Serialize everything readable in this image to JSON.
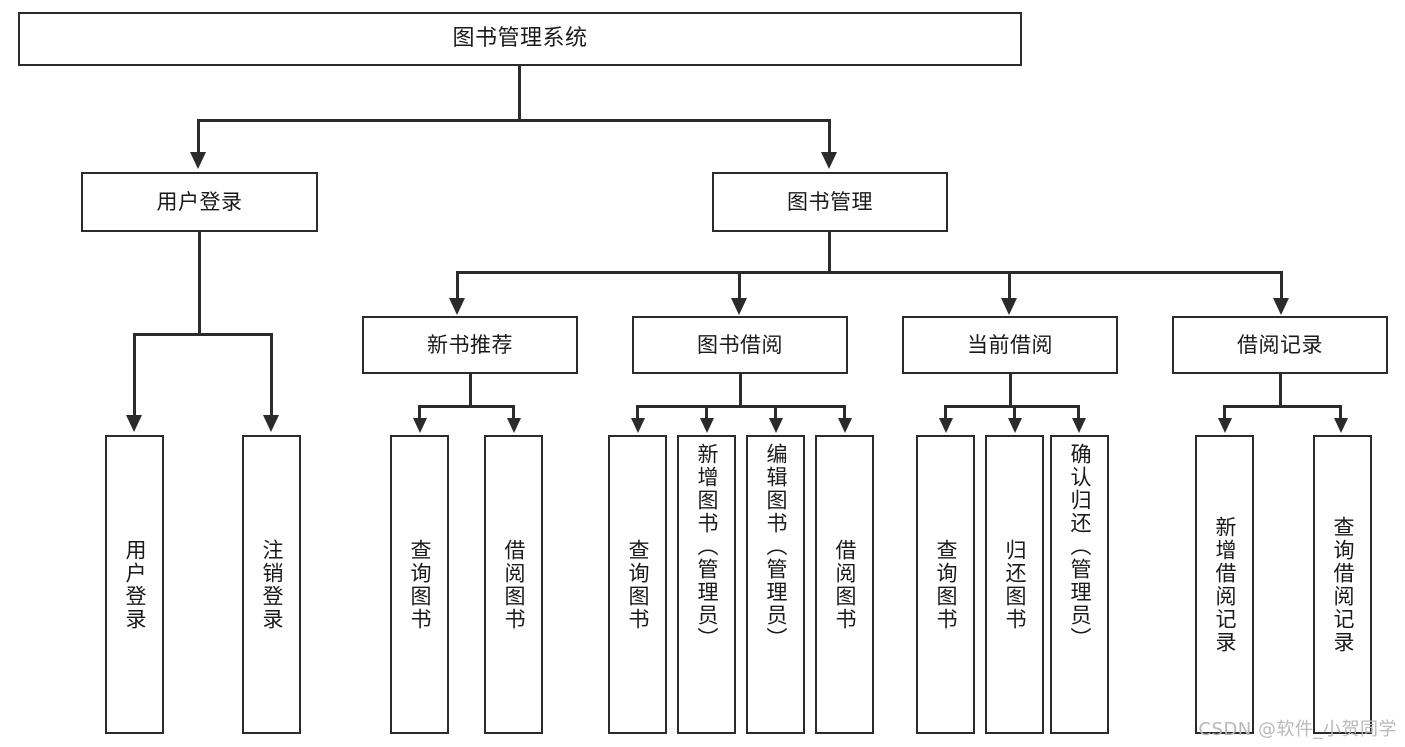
{
  "diagram": {
    "type": "tree-hierarchy",
    "title": "图书管理系统",
    "root": {
      "label": "图书管理系统"
    },
    "level2": [
      {
        "id": "user-login",
        "label": "用户登录"
      },
      {
        "id": "book-management",
        "label": "图书管理"
      }
    ],
    "level3": [
      {
        "id": "new-book-recommend",
        "label": "新书推荐",
        "parent": "book-management"
      },
      {
        "id": "book-borrow",
        "label": "图书借阅",
        "parent": "book-management"
      },
      {
        "id": "current-borrow",
        "label": "当前借阅",
        "parent": "book-management"
      },
      {
        "id": "borrow-record",
        "label": "借阅记录",
        "parent": "book-management"
      }
    ],
    "leaves": [
      {
        "id": "leaf-user-login",
        "label": "用户登录",
        "parent": "user-login"
      },
      {
        "id": "leaf-logout-login",
        "label": "注销登录",
        "parent": "user-login"
      },
      {
        "id": "leaf-query-book-1",
        "label": "查询图书",
        "parent": "new-book-recommend"
      },
      {
        "id": "leaf-borrow-book-1",
        "label": "借阅图书",
        "parent": "new-book-recommend"
      },
      {
        "id": "leaf-query-book-2",
        "label": "查询图书",
        "parent": "book-borrow"
      },
      {
        "id": "leaf-add-book",
        "label": "新增图书（管理员）",
        "parent": "book-borrow"
      },
      {
        "id": "leaf-edit-book",
        "label": "编辑图书（管理员）",
        "parent": "book-borrow"
      },
      {
        "id": "leaf-borrow-book-2",
        "label": "借阅图书",
        "parent": "book-borrow"
      },
      {
        "id": "leaf-query-book-3",
        "label": "查询图书",
        "parent": "current-borrow"
      },
      {
        "id": "leaf-return-book",
        "label": "归还图书",
        "parent": "current-borrow"
      },
      {
        "id": "leaf-confirm-return",
        "label": "确认归还（管理员）",
        "parent": "current-borrow"
      },
      {
        "id": "leaf-add-record",
        "label": "新增借阅记录",
        "parent": "borrow-record"
      },
      {
        "id": "leaf-query-record",
        "label": "查询借阅记录",
        "parent": "borrow-record"
      }
    ],
    "colors": {
      "stroke": "#2b2b2b",
      "fill": "#ffffff",
      "text": "#1a1a1a",
      "watermark": "#b9b9b9"
    }
  },
  "watermark": {
    "text": "CSDN @软件_小贺同学"
  }
}
